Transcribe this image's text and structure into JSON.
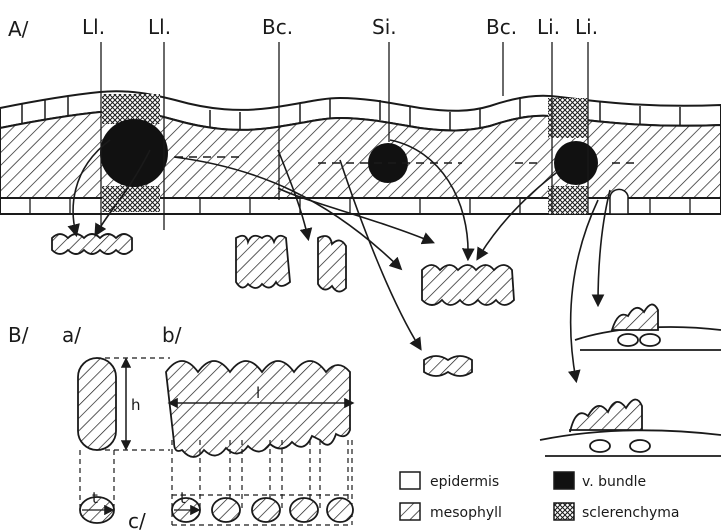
{
  "panel_labels": {
    "a": "A/",
    "b": "B/",
    "sub_a": "a/",
    "sub_b": "b/",
    "sub_c": "c/"
  },
  "top_labels": [
    "Ll.",
    "Ll.",
    "Bc.",
    "Si.",
    "Bc.",
    "Li.",
    "Li."
  ],
  "dimension_labels": {
    "height": "h",
    "length": "l",
    "thickness_a": "t",
    "thickness_c": "t"
  },
  "legend": [
    {
      "label": "epidermis",
      "swatch": "white"
    },
    {
      "label": "v. bundle",
      "swatch": "black"
    },
    {
      "label": "mesophyll",
      "swatch": "hatched"
    },
    {
      "label": "sclerenchyma",
      "swatch": "crosshatch"
    }
  ],
  "colors": {
    "ink": "#1a1a1a",
    "paper": "#ffffff"
  }
}
